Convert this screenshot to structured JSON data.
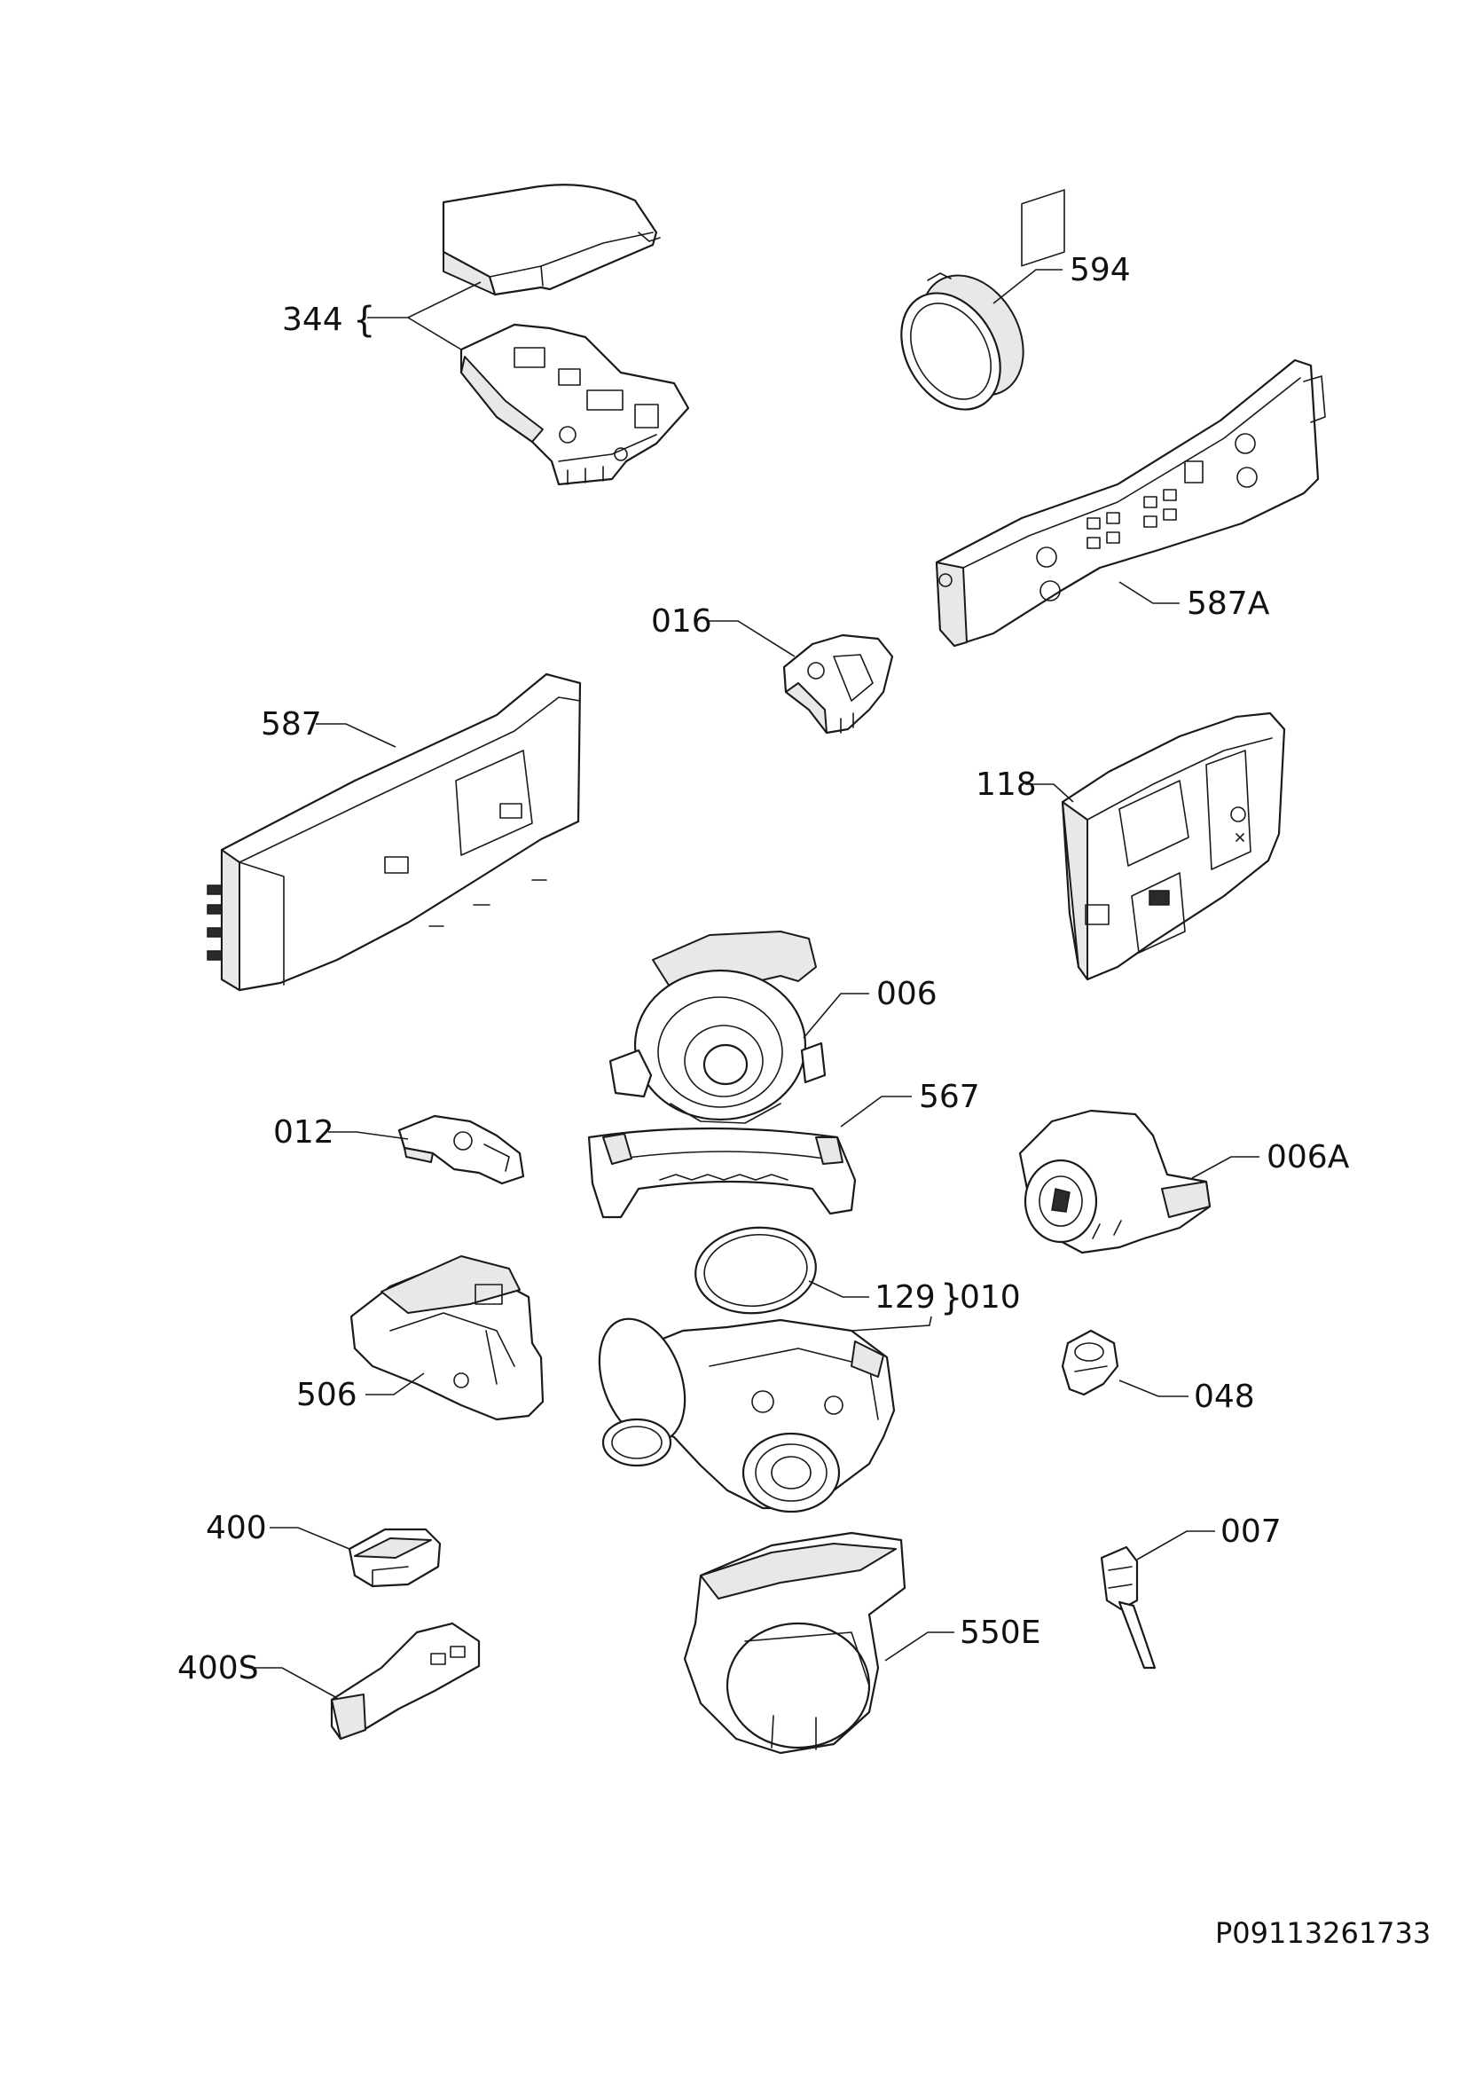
{
  "labels": {
    "p344": "344",
    "p594": "594",
    "p587A": "587A",
    "p016": "016",
    "p587": "587",
    "p118": "118",
    "p006": "006",
    "p567": "567",
    "p012": "012",
    "p006A": "006A",
    "p129": "129",
    "p010": "010",
    "p506": "506",
    "p048": "048",
    "p400": "400",
    "p007": "007",
    "p550E": "550E",
    "p400S": "400S"
  },
  "brace_glyph": "{",
  "brace_glyph_right": "}",
  "document_id": "P09113261733"
}
